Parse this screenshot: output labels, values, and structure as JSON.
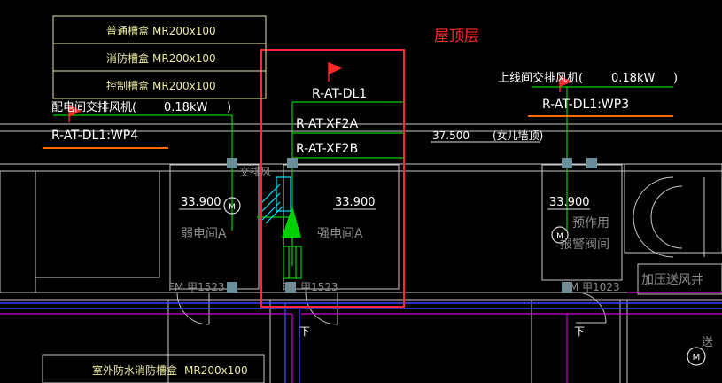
{
  "drawing": {
    "floor_title": "屋顶层",
    "legend": [
      {
        "name": "普通槽盒",
        "spec": "MR200x100"
      },
      {
        "name": "消防槽盒",
        "spec": "MR200x100"
      },
      {
        "name": "控制槽盒",
        "spec": "MR200x100"
      }
    ],
    "legend_bottom": {
      "name": "室外防水消防槽盒",
      "spec": "MR200x100"
    },
    "left_tag": {
      "equipment": "配电间交排风机(",
      "power": "0.18kW",
      "close": ")",
      "circuit": "R-AT-DL1:WP4"
    },
    "right_tag": {
      "equipment": "上线间交排风机(",
      "power": "0.18kW",
      "close": ")",
      "circuit": "R-AT-DL1:WP3"
    },
    "center_circuits": [
      "R-AT-DL1",
      "R-AT-XF2A",
      "R-AT-XF2B"
    ],
    "level_parapet": {
      "value": "37.500",
      "label": "(女儿墙顶)"
    },
    "rooms": [
      {
        "level": "33.900",
        "name": "弱电间A"
      },
      {
        "level": "33.900",
        "name": "强电间A"
      },
      {
        "level": "33.900",
        "name": "预作用"
      },
      {
        "level": "",
        "name": "报警阀间"
      }
    ],
    "doors": [
      "FM 甲1523",
      "FM 甲1523",
      "FM 甲1023"
    ],
    "pressurized_shaft": "加压送风井",
    "partial_labels": [
      "交排风",
      "下",
      "下",
      "送"
    ],
    "motor_symbol": "M",
    "colors": {
      "highlight_box": "#ff2a2a",
      "cable": "#00d000",
      "wall": "#d0d0d0",
      "pipe_blue": "#3344ff",
      "pipe_magenta": "#d000d0",
      "underline": "#ff6a00"
    }
  }
}
